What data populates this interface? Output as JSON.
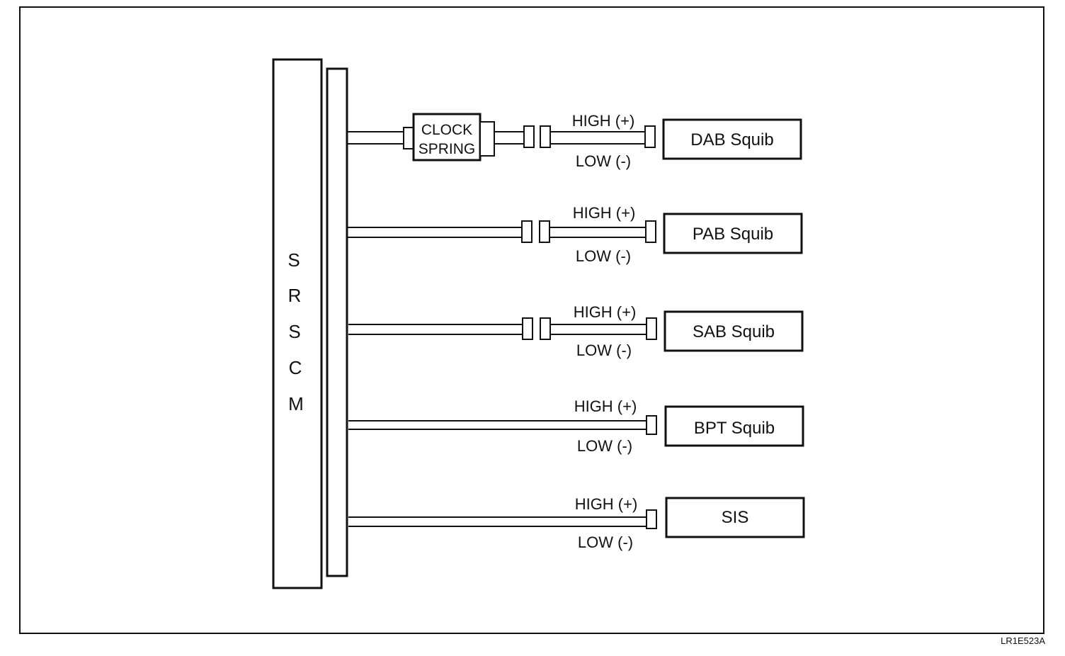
{
  "module": {
    "letters": [
      "S",
      "R",
      "S",
      "C",
      "M"
    ]
  },
  "clock_spring": {
    "line1": "CLOCK",
    "line2": "SPRING"
  },
  "circuits": [
    {
      "name": "DAB Squib",
      "high": "HIGH (+)",
      "low": "LOW (-)"
    },
    {
      "name": "PAB Squib",
      "high": "HIGH (+)",
      "low": "LOW (-)"
    },
    {
      "name": "SAB Squib",
      "high": "HIGH (+)",
      "low": "LOW (-)"
    },
    {
      "name": "BPT Squib",
      "high": "HIGH (+)",
      "low": "LOW (-)"
    },
    {
      "name": "SIS",
      "high": "HIGH (+)",
      "low": "LOW (-)"
    }
  ],
  "figure_ref": "LR1E523A"
}
